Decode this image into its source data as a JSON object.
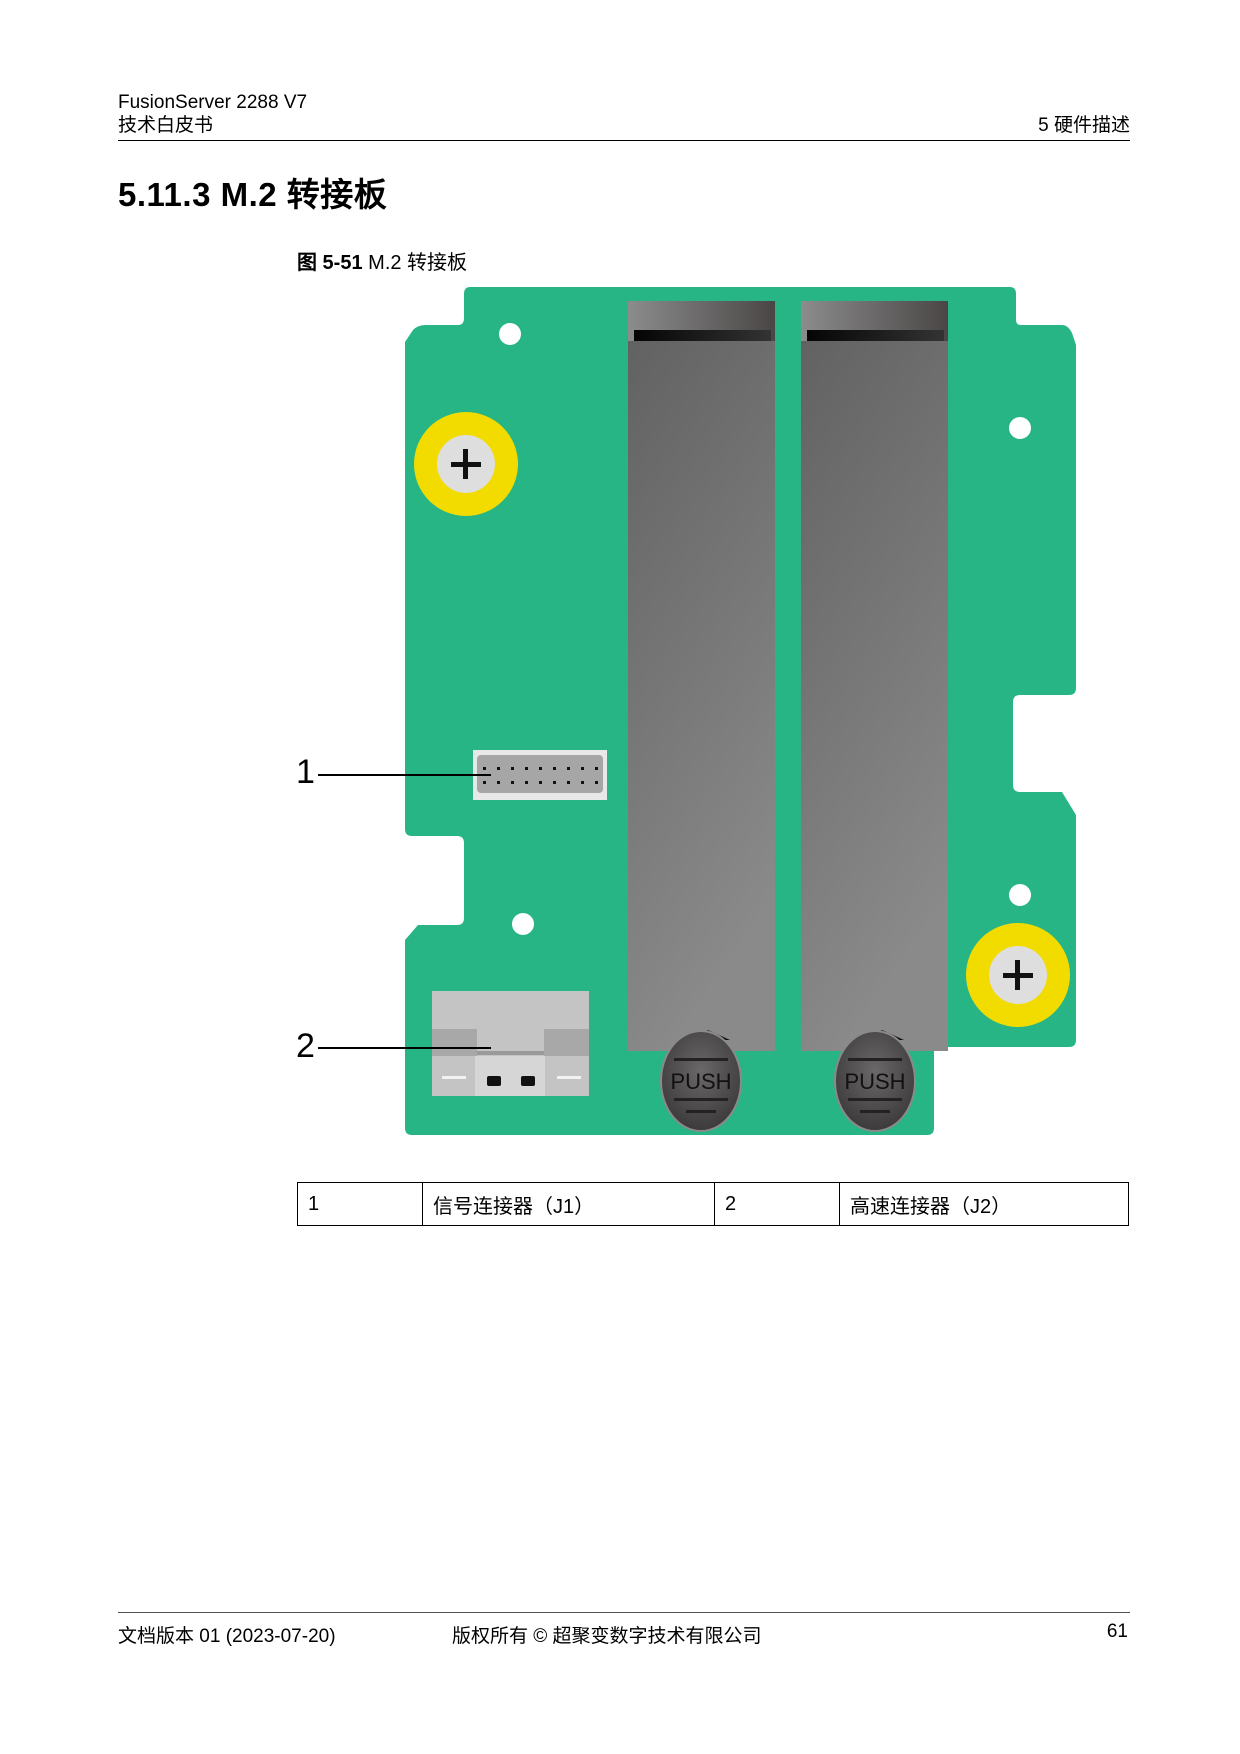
{
  "header": {
    "product": "FusionServer 2288 V7",
    "doc_type": "技术白皮书",
    "chapter": "5 硬件描述"
  },
  "section": {
    "title": "5.11.3 M.2 转接板"
  },
  "figure": {
    "caption_number": "图 5-51",
    "caption_text": "M.2 转接板",
    "callouts": [
      {
        "label": "1"
      },
      {
        "label": "2"
      }
    ],
    "push_labels": [
      "PUSH",
      "PUSH"
    ],
    "colors": {
      "pcb_green": "#27b585",
      "screw_ring_yellow": "#f2dc00",
      "screw_head": "#dedede",
      "ssd_gray": "#6e6e6e",
      "connector_gray": "#a6a6a6"
    }
  },
  "legend": {
    "rows": [
      {
        "num1": "1",
        "desc1": "信号连接器（J1）",
        "num2": "2",
        "desc2": "高速连接器（J2）"
      }
    ]
  },
  "footer": {
    "version": "文档版本 01 (2023-07-20)",
    "copyright": "版权所有 © 超聚变数字技术有限公司",
    "page": "61"
  }
}
